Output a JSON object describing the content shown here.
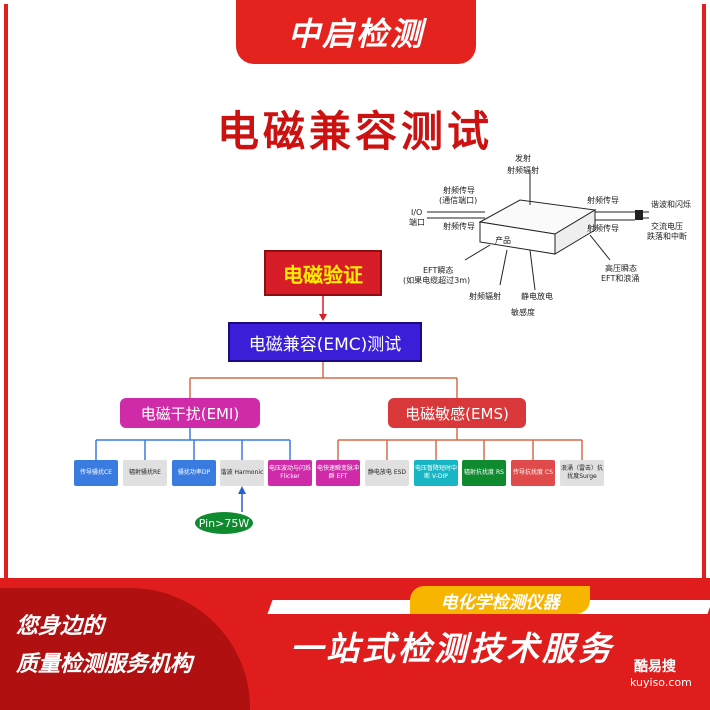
{
  "header": {
    "brand": "中启检测"
  },
  "main": {
    "title": "电磁兼容测试"
  },
  "diagram": {
    "emission": "发射",
    "rf_radiation_top": "射频辐射",
    "rf_conduction_comm": "射频传导",
    "comm_port": "(通信端口)",
    "io_port_1": "I/O",
    "io_port_2": "端口",
    "rf_conduction_left": "射频传导",
    "product": "产品",
    "eft_1": "EFT瞬态",
    "eft_2": "(如果电缆超过3m)",
    "rf_radiation_bottom": "射频辐射",
    "esd": "静电放电",
    "immunity": "敏感度",
    "rf_conduction_right_top": "射频传导",
    "harmonics_flicker": "谐波和闪烁",
    "rf_conduction_right": "射频传导",
    "ac_voltage_1": "交流电压",
    "ac_voltage_2": "跌落和中断",
    "hv_transient_1": "高压瞬态",
    "hv_transient_2": "EFT和浪涌"
  },
  "flow": {
    "verify": "电磁验证",
    "emc": "电磁兼容(EMC)测试",
    "emi": "电磁干扰(EMI)",
    "ems": "电磁敏感(EMS)",
    "emi_items": [
      {
        "label": "传导骚扰CE",
        "color": "#3a7be0",
        "text": "#ffffff"
      },
      {
        "label": "辐射骚扰RE",
        "color": "#e0e0e0",
        "text": "#222222"
      },
      {
        "label": "骚扰功率DP",
        "color": "#3a7be0",
        "text": "#ffffff"
      },
      {
        "label": "谐波 Harmonic",
        "color": "#e0e0e0",
        "text": "#222222"
      },
      {
        "label": "电压波动与闪烁Flicker",
        "color": "#cf2aa8",
        "text": "#ffffff"
      }
    ],
    "ems_items": [
      {
        "label": "电快速瞬变脉冲群 EFT",
        "color": "#cf2aa8",
        "text": "#ffffff"
      },
      {
        "label": "静电放电 ESD",
        "color": "#e0e0e0",
        "text": "#222222"
      },
      {
        "label": "电压暂降短时中断 V-DIP",
        "color": "#18b6c4",
        "text": "#ffffff"
      },
      {
        "label": "辐射抗扰度 RS",
        "color": "#0f8a2e",
        "text": "#ffffff"
      },
      {
        "label": "传导抗扰度 CS",
        "color": "#e04a4a",
        "text": "#ffffff"
      },
      {
        "label": "浪涌（雷击）抗扰度Surge",
        "color": "#e0e0e0",
        "text": "#222222"
      }
    ],
    "pin_label": "Pin>75W"
  },
  "footer": {
    "slogan_line1": "您身边的",
    "slogan_line2": "质量检测服务机构",
    "tag": "电化学检测仪器",
    "big_text": "一站式检测技术服务",
    "watermark_1": "酷易搜",
    "watermark_2": "kuyiso.com"
  },
  "colors": {
    "brand_red": "#e4231f",
    "title_red": "#cc1111",
    "emc_blue": "#3b1fd8",
    "tag_yellow": "#f7b500"
  }
}
